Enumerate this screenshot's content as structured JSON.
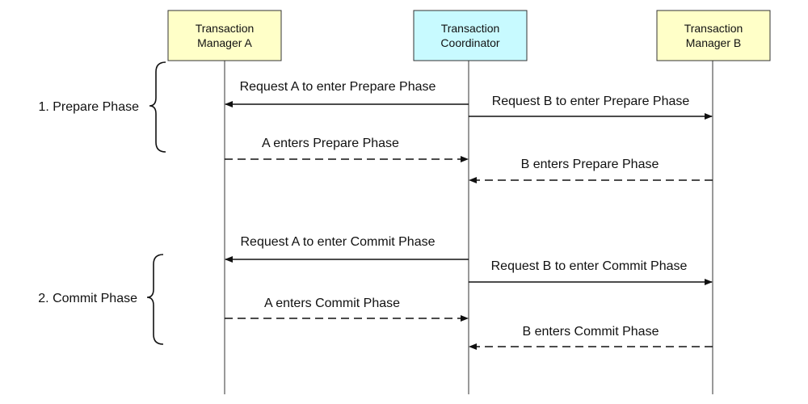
{
  "participants": [
    {
      "id": "A",
      "lines": [
        "Transaction",
        "Manager A"
      ],
      "fill": "#ffffc8"
    },
    {
      "id": "C",
      "lines": [
        "Transaction",
        "Coordinator"
      ],
      "fill": "#c8faff"
    },
    {
      "id": "B",
      "lines": [
        "Transaction",
        "Manager B"
      ],
      "fill": "#ffffc8"
    }
  ],
  "phases": [
    {
      "label": "1. Prepare Phase"
    },
    {
      "label": "2. Commit Phase"
    }
  ],
  "messages": [
    {
      "from": "C",
      "to": "A",
      "text": "Request A to enter Prepare Phase",
      "style": "solid"
    },
    {
      "from": "C",
      "to": "B",
      "text": "Request B to enter Prepare Phase",
      "style": "solid"
    },
    {
      "from": "A",
      "to": "C",
      "text": "A enters Prepare Phase",
      "style": "dashed"
    },
    {
      "from": "B",
      "to": "C",
      "text": "B enters Prepare Phase",
      "style": "dashed"
    },
    {
      "from": "C",
      "to": "A",
      "text": "Request A to enter Commit Phase",
      "style": "solid"
    },
    {
      "from": "C",
      "to": "B",
      "text": "Request B to enter Commit Phase",
      "style": "solid"
    },
    {
      "from": "A",
      "to": "C",
      "text": "A enters Commit Phase",
      "style": "dashed"
    },
    {
      "from": "B",
      "to": "C",
      "text": "B enters Commit Phase",
      "style": "dashed"
    }
  ],
  "colors": {
    "line": "#111111",
    "box_border": "#333333"
  }
}
